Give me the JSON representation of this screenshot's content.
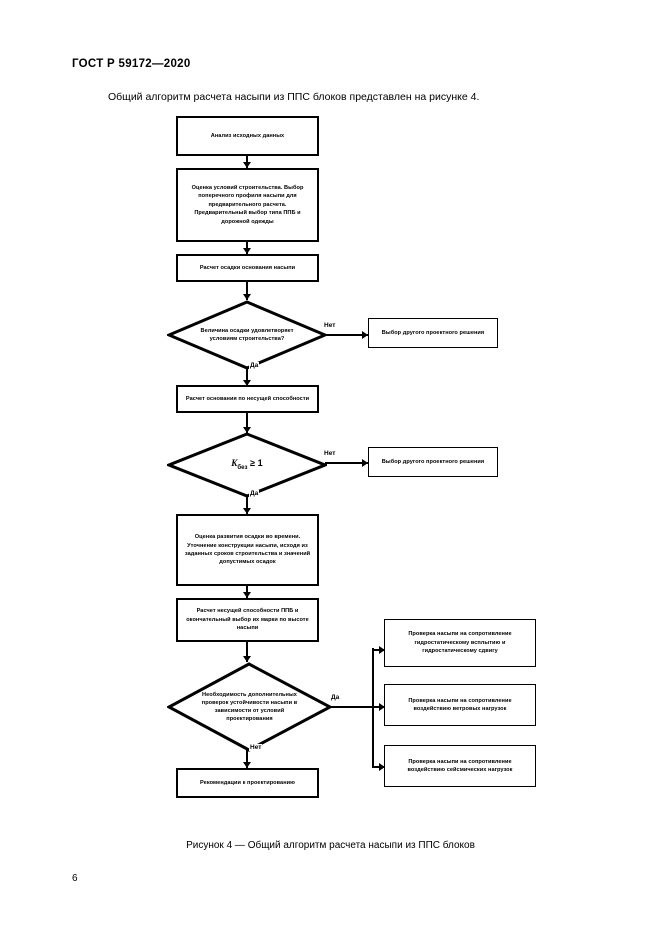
{
  "document": {
    "standard_header": "ГОСТ Р 59172—2020",
    "intro_paragraph": "Общий алгоритм расчета насыпи из ППС блоков представлен на рисунке 4.",
    "figure_caption": "Рисунок 4 — Общий алгоритм расчета насыпи из ППС блоков",
    "page_number": "6"
  },
  "flowchart": {
    "nodes": {
      "analysis": "Анализ исходных данных",
      "assessment": "Оценка условий строительства. Выбор поперечного профиля насыпи для предварительного расчета. Предварительный выбор типа ППБ и дорожной одежды",
      "settlement_calc": "Расчет осадки основания насыпи",
      "decision_settlement": "Величина осадки удовлетворяет условиям строительства?",
      "alt_design_1": "Выбор другого проектного решения",
      "bearing_capacity_calc": "Расчет основания по несущей способности",
      "decision_coefficient": "K",
      "decision_coefficient_sub": "без",
      "decision_coefficient_rel": " ≥ 1",
      "alt_design_2": "Выбор другого проектного решения",
      "time_settlement": "Оценка развития осадки во времени. Уточнение конструкции насыпи, исходя из заданных сроков строительства и значений допустимых осадок",
      "ppb_capacity": "Расчет несущей способности ППБ и окончательный выбор их марки по высоте насыпи",
      "decision_extra_checks": "Необходимость дополнительных проверок устойчивости насыпи в зависимости от условий проектирования",
      "check_hydrostatic": "Проверка насыпи на сопротивление гидростатическому всплытию и гидростатическому сдвигу",
      "check_wind": "Проверка насыпи на сопротивление воздействию ветровых нагрузок",
      "check_seismic": "Проверка насыпи на сопротивление воздействию сейсмических нагрузок",
      "recommendations": "Рекомендации к проектированию"
    },
    "edge_labels": {
      "no_1": "Нет",
      "yes_1": "Да",
      "no_2": "Нет",
      "yes_2": "Да",
      "yes_3": "Да",
      "no_3": "Нет"
    },
    "colors": {
      "line": "#000000",
      "fill": "#ffffff"
    }
  }
}
